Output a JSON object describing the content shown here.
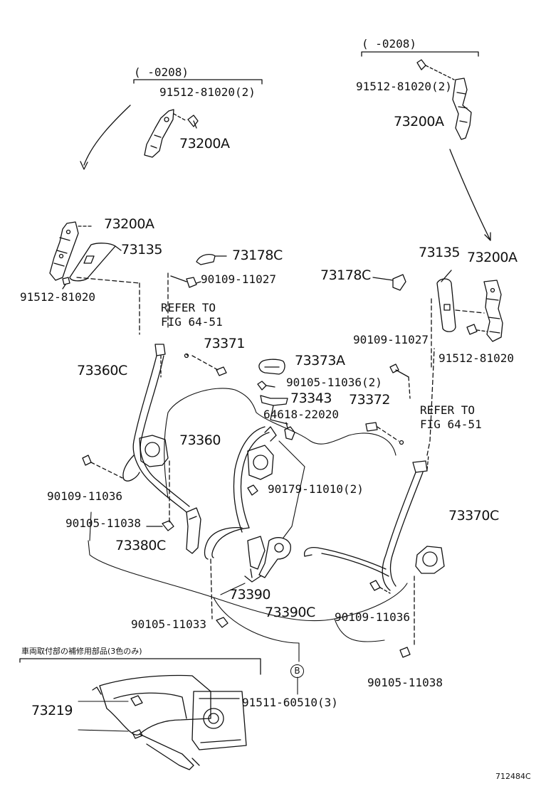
{
  "labels": {
    "range_left": "(     -0208)",
    "range_right": "(     -0208)",
    "p91512_81020_2_left": "91512-81020(2)",
    "p73200A_upper_left": "73200A",
    "p91512_81020_2_right": "91512-81020(2)",
    "p73200A_upper_right": "73200A",
    "p73200A_mid_left": "73200A",
    "p73135_left": "73135",
    "p91512_81020_left": "91512-81020",
    "p73178C_left": "73178C",
    "p90109_11027_left": "90109-11027",
    "p73178C_right": "73178C",
    "p73135_right": "73135",
    "p73200A_mid_right": "73200A",
    "refer_left_1": "REFER TO",
    "refer_left_2": "FIG 64-51",
    "p73371": "73371",
    "p73360C": "73360C",
    "p73373A": "73373A",
    "p90109_11027_right": "90109-11027",
    "p91512_81020_right": "91512-81020",
    "p90105_11036_2": "90105-11036(2)",
    "p73343": "73343",
    "p73372": "73372",
    "p64618_22020": "64618-22020",
    "refer_right_1": "REFER TO",
    "refer_right_2": "FIG 64-51",
    "p73360": "73360",
    "p90109_11036_left": "90109-11036",
    "p90179_11010_2": "90179-11010(2)",
    "p73370C": "73370C",
    "p90105_11038_left": "90105-11038",
    "p73380C": "73380C",
    "p73390": "73390",
    "p73390C": "73390C",
    "p90109_11036_right": "90109-11036",
    "p90105_11033": "90105-11033",
    "inset_title": "車両取付部の補修用部品(3色のみ)",
    "circle_B": "B",
    "p90105_11038_right": "90105-11038",
    "p73219": "73219",
    "p91511_60510_3": "91511-60510(3)",
    "figure_code": "712484C"
  }
}
